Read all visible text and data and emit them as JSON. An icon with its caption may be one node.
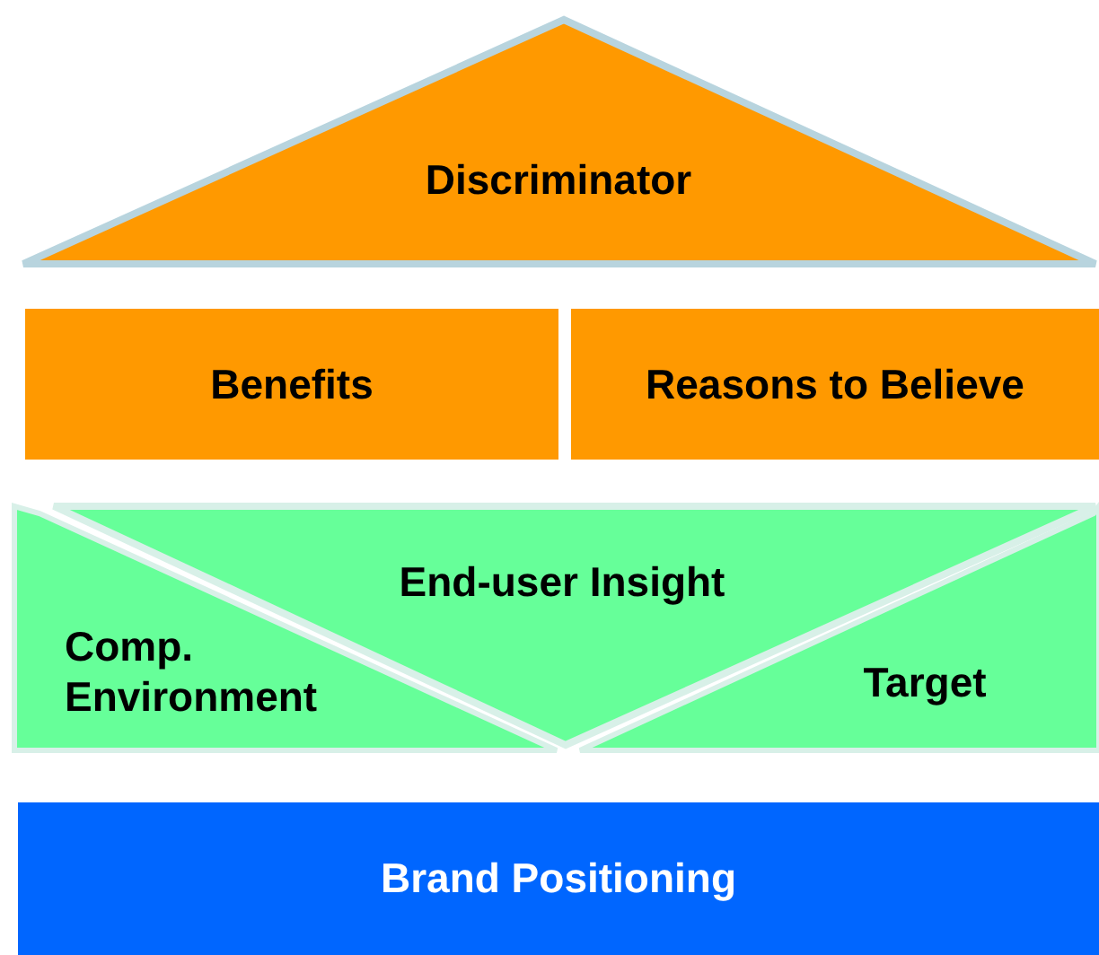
{
  "diagram": {
    "nodes": [
      {
        "text": [
          "Discriminator"
        ]
      },
      {
        "text": [
          "Benefits"
        ]
      },
      {
        "text": [
          "Reasons to Believe"
        ]
      },
      {
        "text": [
          "End-user Insight"
        ]
      },
      {
        "text": [
          "Comp. Environment"
        ]
      },
      {
        "text": [
          "Target"
        ]
      },
      {
        "text": [
          "Brand Positioning"
        ]
      }
    ]
  }
}
